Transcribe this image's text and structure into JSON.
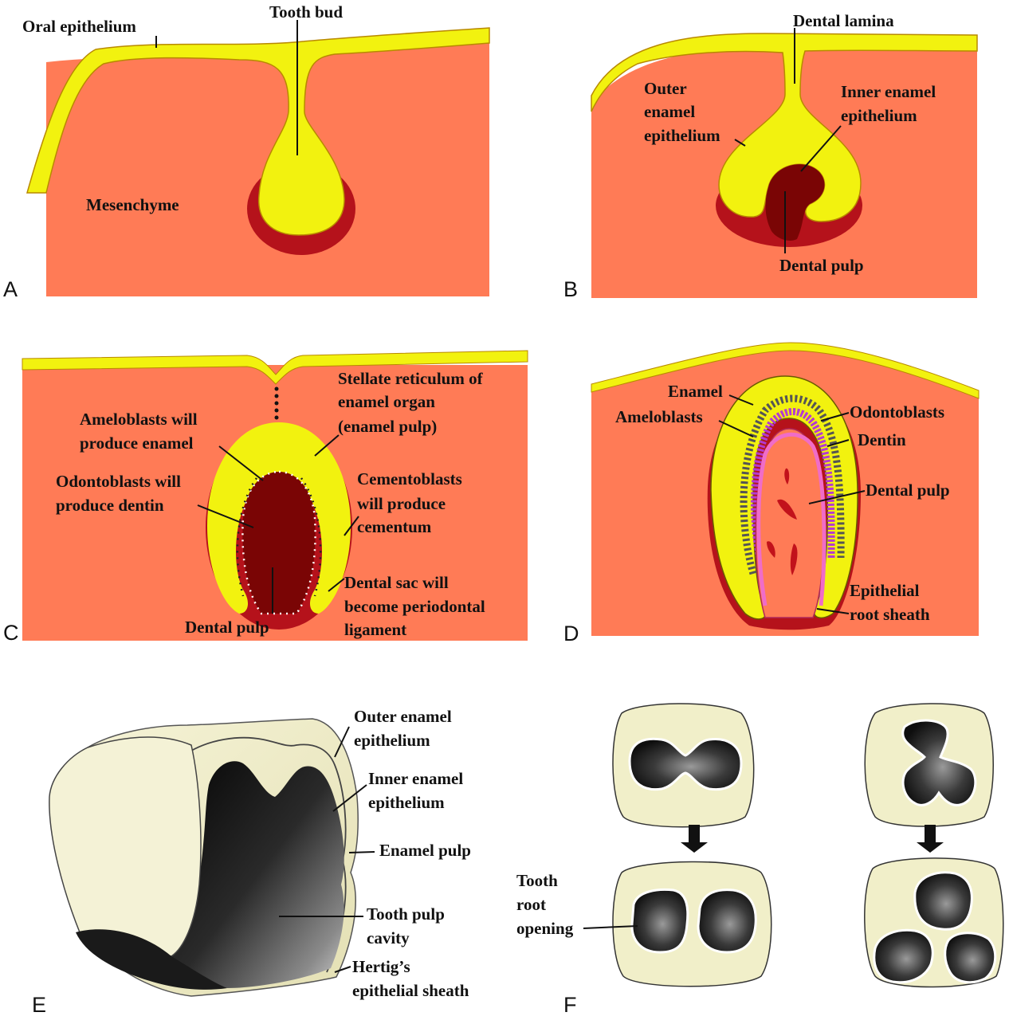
{
  "colors": {
    "tissue": "#FF7B56",
    "epithelium": "#F2F20F",
    "dark_red": "#B5121B",
    "pulp": "#7A0505",
    "cream": "#F1EFC9",
    "cavity": "#1A1A1A"
  },
  "panels": [
    {
      "letter": "A",
      "labels": [
        "Oral epithelium",
        "Tooth bud",
        "Mesenchyme"
      ]
    },
    {
      "letter": "B",
      "labels": [
        "Dental lamina",
        "Outer",
        "enamel",
        "epithelium",
        "Inner enamel",
        "epithelium",
        "Dental pulp"
      ]
    },
    {
      "letter": "C",
      "labels": [
        "Stellate reticulum of",
        "enamel organ",
        "(enamel pulp)",
        "Ameloblasts will",
        "produce enamel",
        "Odontoblasts will",
        "produce dentin",
        "Cementoblasts",
        "will produce",
        "cementum",
        "Dental sac will",
        "become periodontal",
        "ligament",
        "Dental pulp"
      ]
    },
    {
      "letter": "D",
      "labels": [
        "Enamel",
        "Ameloblasts",
        "Odontoblasts",
        "Dentin",
        "Dental pulp",
        "Epithelial",
        "root sheath"
      ]
    },
    {
      "letter": "E",
      "labels": [
        "Outer enamel",
        "epithelium",
        "Inner enamel",
        "epithelium",
        "Enamel pulp",
        "Tooth pulp",
        "cavity",
        "Hertig’s",
        "epithelial sheath"
      ]
    },
    {
      "letter": "F",
      "labels": [
        "Tooth",
        "root",
        "opening"
      ]
    }
  ]
}
